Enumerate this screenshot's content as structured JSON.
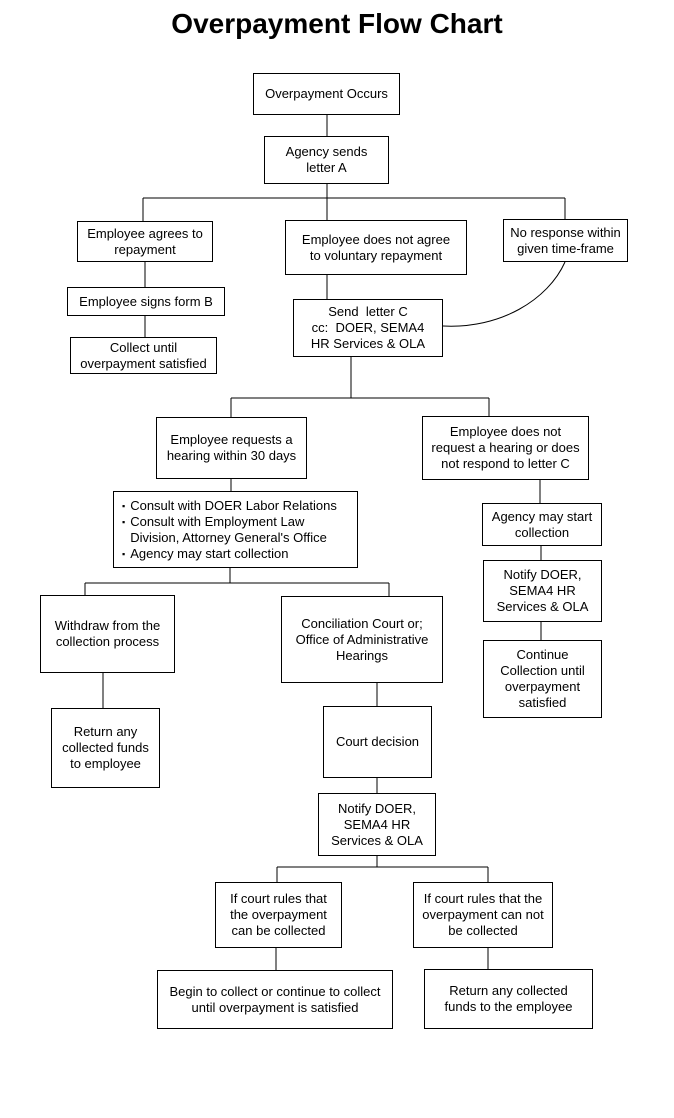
{
  "title": "Overpayment Flow Chart",
  "nodes": {
    "overpayment_occurs": {
      "label": "Overpayment Occurs"
    },
    "agency_sends_letter_a": {
      "label": "Agency sends\nletter A"
    },
    "employee_agrees": {
      "label": "Employee agrees to\nrepayment"
    },
    "employee_does_not_agree": {
      "label": "Employee does not agree\nto voluntary repayment"
    },
    "no_response": {
      "label": "No response within\ngiven time-frame"
    },
    "employee_signs_form_b": {
      "label": "Employee signs form B"
    },
    "collect_until_satisfied": {
      "label": "Collect until\noverpayment satisfied"
    },
    "send_letter_c": {
      "label": "Send  letter C\ncc:  DOER, SEMA4\nHR Services & OLA"
    },
    "employee_requests_hearing": {
      "label": "Employee requests a\nhearing within 30 days"
    },
    "employee_no_hearing": {
      "label": "Employee does not\nrequest a hearing or does\nnot respond to letter C"
    },
    "consult_actions": {
      "items": [
        "Consult with DOER Labor Relations",
        "Consult with Employment Law\nDivision, Attorney General's Office",
        "Agency may start collection"
      ]
    },
    "agency_may_start_collection": {
      "label": "Agency may start\ncollection"
    },
    "notify_doer_right": {
      "label": "Notify DOER,\nSEMA4 HR\nServices & OLA"
    },
    "continue_collection": {
      "label": "Continue\nCollection until\noverpayment\nsatisfied"
    },
    "withdraw_from_collection": {
      "label": "Withdraw from the\ncollection process"
    },
    "return_funds_to_employee": {
      "label": "Return any\ncollected funds\nto employee"
    },
    "conciliation_court": {
      "label": "Conciliation Court or;\nOffice of Administrative\nHearings"
    },
    "court_decision": {
      "label": "Court decision"
    },
    "notify_doer_middle": {
      "label": "Notify DOER,\nSEMA4 HR\nServices & OLA"
    },
    "court_rules_can_collect": {
      "label": "If court rules that\nthe overpayment\ncan be collected"
    },
    "court_rules_cannot_collect": {
      "label": "If court rules that the\noverpayment can not\nbe collected"
    },
    "begin_or_continue_collect": {
      "label": "Begin to collect or continue to collect\nuntil overpayment is satisfied"
    },
    "return_collected_funds": {
      "label": "Return any collected\nfunds to the employee"
    }
  },
  "colors": {
    "line": "#000000",
    "box_border": "#000000",
    "background": "#ffffff",
    "text": "#000000"
  }
}
